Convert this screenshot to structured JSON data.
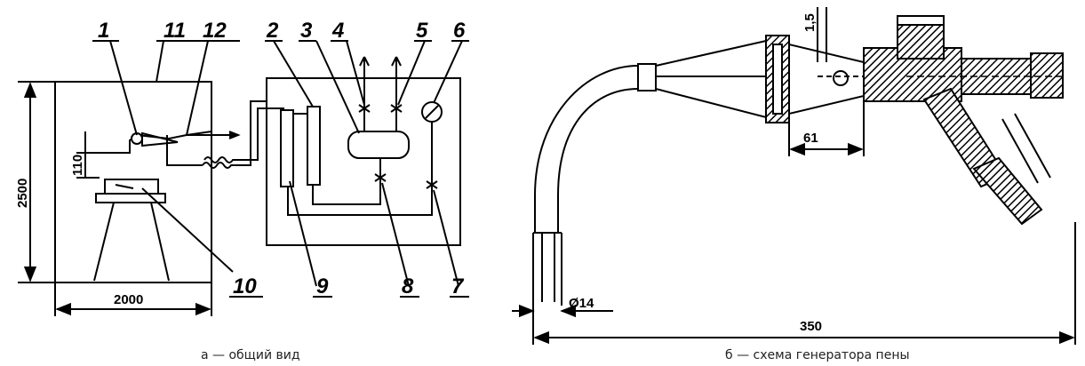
{
  "panel_a": {
    "caption": "а — общий вид",
    "labels": {
      "l1": "1",
      "l2": "2",
      "l3": "3",
      "l4": "4",
      "l5": "5",
      "l6": "6",
      "l7": "7",
      "l8": "8",
      "l9": "9",
      "l10": "10",
      "l11": "11",
      "l12": "12"
    },
    "dimensions": {
      "height": "2500",
      "width": "2000",
      "stand": "110"
    }
  },
  "panel_b": {
    "caption": "б — схема генератора пены",
    "dimensions": {
      "length": "350",
      "tube_diameter": "Ø14",
      "body": "61",
      "nozzle": "1,5"
    }
  }
}
